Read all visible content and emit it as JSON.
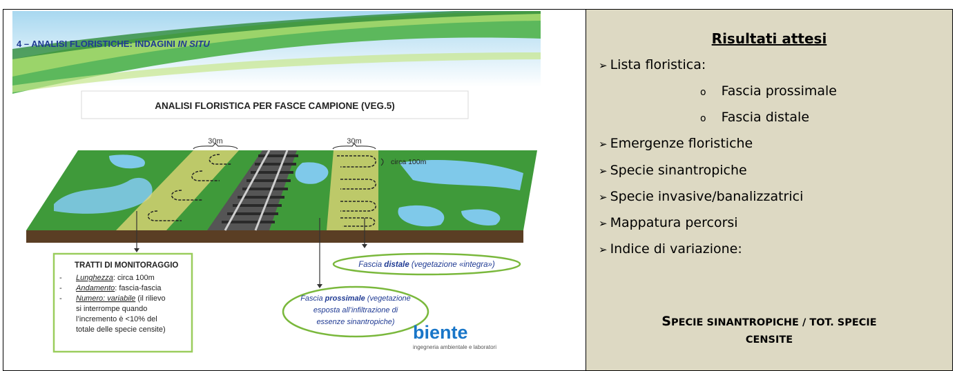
{
  "slide": {
    "header": "4 – ANALISI FLORISTICHE: INDAGINI",
    "header_italic": "IN SITU",
    "banner": "ANALISI FLORISTICA PER FASCE CAMPIONE (VEG.5)",
    "dim_left": "30m",
    "dim_right": "30m",
    "circa_label": "circa 100m",
    "box": {
      "title": "TRATTI DI MONITORAGGIO",
      "line1_label": "Lunghezza",
      "line1_value": ": circa 100m",
      "line2_label": "Andamento",
      "line2_value": ": fascia-fascia",
      "line3_label": "Numero: variabile",
      "line3_value": " (il rilievo",
      "line4": "si interrompe quando",
      "line5": "l’incremento è <10% del",
      "line6": "totale delle specie censite)"
    },
    "distale": {
      "pre": "Fascia ",
      "bold": "distale",
      "post": " (vegetazione «integra»)"
    },
    "prossimale": {
      "pre": "Fascia ",
      "bold": "prossimale",
      "post": " (vegetazione",
      "line2": "esposta all’infiltrazione di",
      "line3": "essenze sinantropiche)"
    },
    "logo": "biente",
    "logo_sub": "ingegneria ambientale e laboratori"
  },
  "panel": {
    "title": "Risultati attesi",
    "items": [
      "Lista floristica:",
      "Emergenze floristiche",
      "Specie sinantropiche",
      "Specie invasive/banalizzatrici",
      "Mappatura percorsi",
      "Indice di variazione:"
    ],
    "subitems": [
      "Fascia prossimale",
      "Fascia distale"
    ],
    "formula_line1_a": "S",
    "formula_line1_b": "PECIE SINANTROPICHE / TOT. SPECIE",
    "formula_line2": "CENSITE"
  },
  "colors": {
    "panel_bg": "#ddd9c3",
    "grass": "#3f9a3a",
    "water": "#7fc9ea",
    "band": "#e8d87a",
    "oval": "#7ab83c",
    "text_blue": "#1f3a93"
  }
}
